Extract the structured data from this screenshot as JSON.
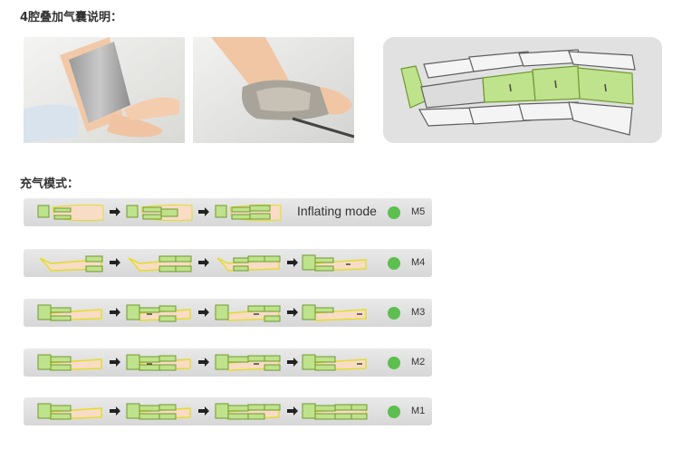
{
  "headings": {
    "chamber_intro": "4腔叠加气囊说明：",
    "inflating_modes": "充气模式："
  },
  "colors": {
    "chamber_green": "#bfe28c",
    "chamber_border": "#6f9a2e",
    "leg_skin": "#f8dcc5",
    "outline_yellow": "#e2dc2a",
    "indicator_dot": "#5cbf4e",
    "bar_gray": "#dedede"
  },
  "modes": [
    {
      "code": "M5",
      "caption": "Inflating mode",
      "indicator": "green-dot"
    },
    {
      "code": "M4",
      "caption": "",
      "indicator": "green-dot"
    },
    {
      "code": "M3",
      "caption": "",
      "indicator": "green-dot"
    },
    {
      "code": "M2",
      "caption": "",
      "indicator": "green-dot"
    },
    {
      "code": "M1",
      "caption": "",
      "indicator": "green-dot"
    }
  ],
  "icons": {
    "step_arrow": "arrow-right-icon",
    "mode_indicator": "green-dot-icon"
  }
}
